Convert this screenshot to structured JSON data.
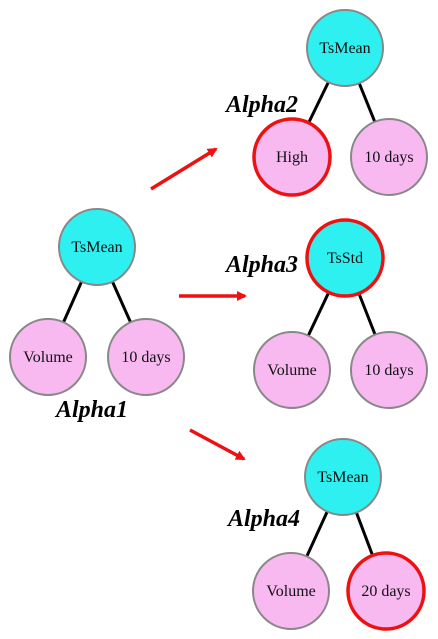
{
  "colors": {
    "op_fill": "#2ef0f0",
    "leaf_fill": "#f8b8f0",
    "normal_stroke": "#888888",
    "highlight_stroke": "#ee1111",
    "edge": "#000000",
    "arrow": "#ee1111"
  },
  "trees": [
    {
      "id": "alpha1",
      "label": "Alpha1",
      "root": {
        "text": "TsMean",
        "kind": "op",
        "changed": false
      },
      "left": {
        "text": "Volume",
        "kind": "leaf",
        "changed": false
      },
      "right": {
        "text": "10 days",
        "kind": "leaf",
        "changed": false
      }
    },
    {
      "id": "alpha2",
      "label": "Alpha2",
      "root": {
        "text": "TsMean",
        "kind": "op",
        "changed": false
      },
      "left": {
        "text": "High",
        "kind": "leaf",
        "changed": true
      },
      "right": {
        "text": "10 days",
        "kind": "leaf",
        "changed": false
      }
    },
    {
      "id": "alpha3",
      "label": "Alpha3",
      "root": {
        "text": "TsStd",
        "kind": "op",
        "changed": true
      },
      "left": {
        "text": "Volume",
        "kind": "leaf",
        "changed": false
      },
      "right": {
        "text": "10 days",
        "kind": "leaf",
        "changed": false
      }
    },
    {
      "id": "alpha4",
      "label": "Alpha4",
      "root": {
        "text": "TsMean",
        "kind": "op",
        "changed": false
      },
      "left": {
        "text": "Volume",
        "kind": "leaf",
        "changed": false
      },
      "right": {
        "text": "20 days",
        "kind": "leaf",
        "changed": true
      }
    }
  ],
  "arrows": [
    {
      "from": "alpha1",
      "to": "alpha2"
    },
    {
      "from": "alpha1",
      "to": "alpha3"
    },
    {
      "from": "alpha1",
      "to": "alpha4"
    }
  ]
}
